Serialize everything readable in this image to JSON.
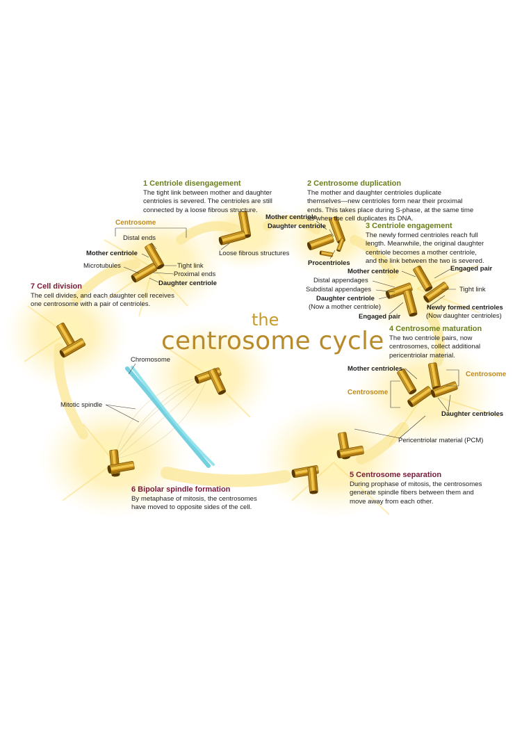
{
  "title": {
    "the": "the",
    "main": "centrosome cycle"
  },
  "steps": [
    {
      "title": "1 Centriole disengagement",
      "body": "The tight link between mother and daughter\ncentrioles is severed. The centrioles are still\nconnected by a loose fibrous structure."
    },
    {
      "title": "2 Centrosome duplication",
      "body": "The mother and daughter centrioles duplicate\nthemselves—new centrioles form near their proximal\nends. This takes place during S-phase, at the same time\n                as when the cell duplicates its DNA."
    },
    {
      "title": "3 Centriole engagement",
      "body": "The newly formed centrioles reach full\nlength. Meanwhile, the original daughter\ncentriole becomes a mother centriole,\nand the link between the two is severed."
    },
    {
      "title": "4 Centrosome maturation",
      "body": "The two centriole pairs, now\ncentrosomes, collect additional\npericentriolar material."
    },
    {
      "title": "5 Centrosome separation",
      "body": "During prophase of mitosis, the centrosomes\ngenerate spindle fibers between them and\nmove away from each other."
    },
    {
      "title": "6 Bipolar spindle formation",
      "body": "By metaphase of mitosis, the centrosomes\nhave moved to opposite sides of the cell."
    },
    {
      "title": "7 Cell division",
      "body": "The cell divides, and each daughter cell receives\none centrosome with a pair of centrioles."
    }
  ],
  "labels": {
    "centrosome_1": "Centrosome",
    "distal_ends": "Distal ends",
    "mother_centriole_1": "Mother centriole",
    "microtubules": "Microtubules",
    "tight_link_1": "Tight link",
    "proximal_ends": "Proximal ends",
    "daughter_centriole_1": "Daughter centriole",
    "loose_fibrous": "Loose fibrous structures",
    "mother_centriole_2": "Mother centriole",
    "daughter_centriole_2": "Daughter centriole",
    "procentrioles": "Procentrioles",
    "mother_centriole_3": "Mother centriole",
    "engaged_pair_1": "Engaged pair",
    "distal_appendages": "Distal appendages",
    "subdistal_appendages": "Subdistal appendages",
    "tight_link_3": "Tight link",
    "daughter_centriole_3": "Daughter centriole",
    "now_mother": "(Now a mother centriole)",
    "newly_formed": "Newly formed centrioles",
    "now_daughter": "(Now daughter centrioles)",
    "engaged_pair_2": "Engaged pair",
    "mother_centrioles_4": "Mother centrioles",
    "centrosome_4a": "Centrosome",
    "centrosome_4b": "Centrosome",
    "daughter_centrioles_4": "Daughter centrioles",
    "pcm": "Pericentriolar material (PCM)",
    "chromosome": "Chromosome",
    "mitotic_spindle": "Mitotic spindle"
  },
  "colors": {
    "gold": "#e8b52a",
    "glow": "#fff0a0",
    "chromosome": "#5cc8d8",
    "title_green": "#6a7f1c",
    "title_maroon": "#7a1a3a"
  }
}
